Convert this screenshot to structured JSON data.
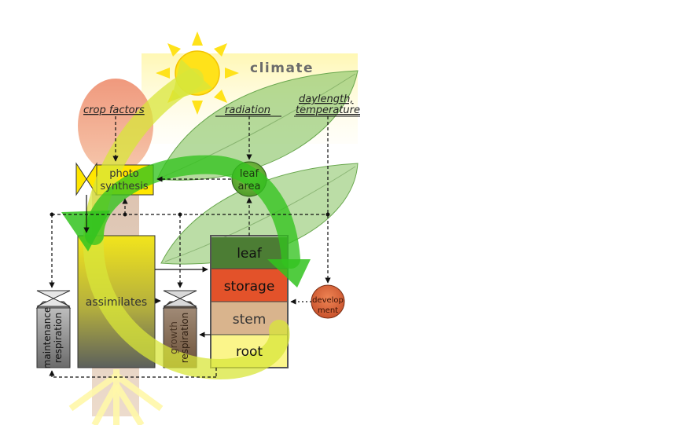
{
  "climate": {
    "title": "climate",
    "radiation": "radiation",
    "daylength_line1": "daylength,",
    "daylength_line2": "temperature"
  },
  "crop": {
    "factors": "crop factors"
  },
  "processes": {
    "photosynthesis_line1": "photo",
    "photosynthesis_line2": "synthesis",
    "leaf_area_line1": "leaf",
    "leaf_area_line2": "area",
    "development_line1": "develop",
    "development_line2": "ment"
  },
  "pools": {
    "assimilates": "assimilates",
    "maintenance_line1": "maintenance",
    "maintenance_line2": "respiration",
    "growth_line1": "growth",
    "growth_line2": "respiration"
  },
  "organs": {
    "leaf": "leaf",
    "storage": "storage",
    "stem": "stem",
    "root": "root"
  },
  "colors": {
    "sun": "#ffe21a",
    "leaf_green": "#8ec66a",
    "cycle_green": "#33c31f",
    "cycle_yellow": "#d8e63a",
    "photosynthesis_fill": "#ffe600",
    "organ_leaf": "#4c7d34",
    "organ_storage": "#e3522a",
    "organ_stem": "#d9b48d",
    "organ_root": "#fbf58a",
    "crop_factor": "#e98a6a"
  }
}
